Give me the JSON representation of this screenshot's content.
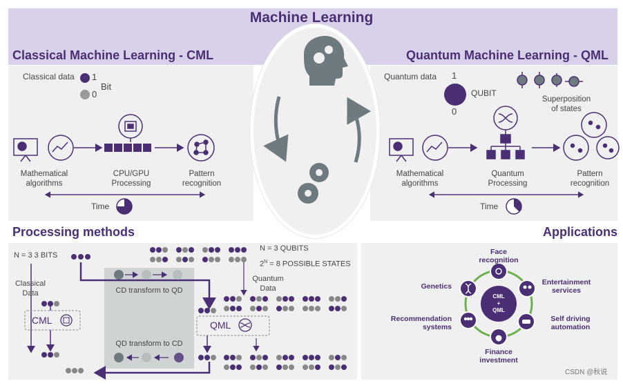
{
  "header": {
    "title": "Machine Learning",
    "cml_title": "Classical Machine Learning - CML",
    "qml_title": "Quantum Machine Learning - QML",
    "processing_title": "Processing methods",
    "applications_title": "Applications"
  },
  "cml": {
    "data_label": "Classical data",
    "bit_one": "1",
    "bit_zero": "0",
    "bit_label": "Bit",
    "step1": "Mathematical\nalgorithms",
    "step2": "CPU/GPU\nProcessing",
    "step3": "Pattern\nrecognition",
    "time_label": "Time"
  },
  "qml": {
    "data_label": "Quantum data",
    "q_one": "1",
    "q_zero": "0",
    "qubit_label": "QUBIT",
    "superposition_label": "Superposition\nof states",
    "step1": "Mathematical\nalgorithms",
    "step2": "Quantum\nProcessing",
    "step3": "Pattern\nrecognition",
    "time_label": "Time"
  },
  "processing": {
    "n_bits": "N = 3  3 BITS",
    "n_qubits": "N = 3 QUBITS",
    "possible_states": "8 POSSIBLE STATES",
    "possible_states_prefix": "2",
    "possible_states_exp": "N",
    "possible_states_eq": "=",
    "classical_data": "Classical\nData",
    "quantum_data": "Quantum\nData",
    "cd_to_qd": "CD transform to QD",
    "qd_to_cd": "QD transform to CD",
    "cml_box": "CML",
    "qml_box": "QML"
  },
  "applications": {
    "center": "CML\n+\nQML",
    "face": "Face\nrecognition",
    "entertainment": "Entertainment\nservices",
    "self_driving": "Self driving\nautomation",
    "finance": "Finance\ninvestment",
    "recommendation": "Recommendation\nsystems",
    "genetics": "Genetics"
  },
  "watermark": "CSDN @秋说",
  "colors": {
    "purple": "#4a2f74",
    "lavender": "#d9d0ea",
    "panel": "#f1f0f1",
    "gray": "#6d7b80"
  }
}
